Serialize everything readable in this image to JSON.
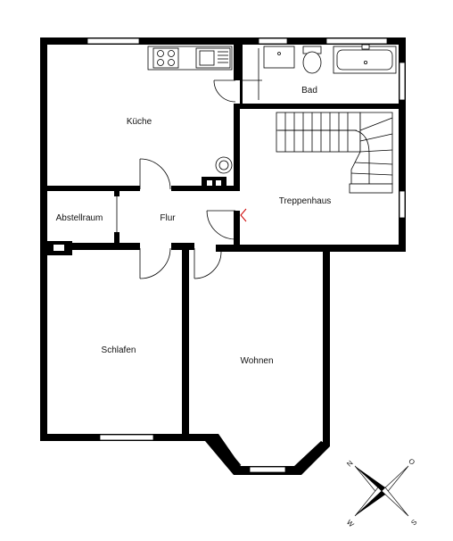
{
  "rooms": {
    "kueche": "Küche",
    "bad": "Bad",
    "treppenhaus": "Treppenhaus",
    "abstellraum": "Abstellraum",
    "flur": "Flur",
    "schlafen": "Schlafen",
    "wohnen": "Wohnen"
  },
  "compass": {
    "n": "N",
    "o": "O",
    "s": "S",
    "w": "W"
  },
  "colors": {
    "wall": "#000000",
    "marker": "#cc0000"
  }
}
